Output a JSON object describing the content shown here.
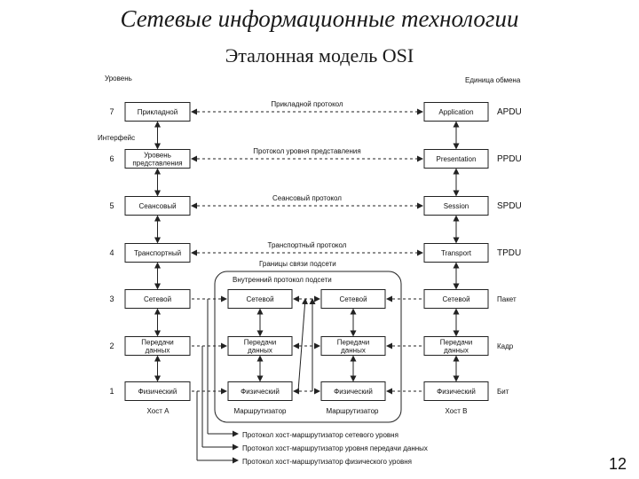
{
  "slide": {
    "title": "Сетевые информационные технологии",
    "subtitle": "Эталонная модель OSI",
    "page_number": "12"
  },
  "diagram": {
    "level_header": "Уровень",
    "unit_header": "Единица обмена",
    "interface_label": "Интерфейс",
    "subnet_boundary": "Границы связи подсети",
    "subnet_internal": "Внутренний протокол подсети",
    "layers": [
      {
        "num": "7",
        "host_a": "Прикладной",
        "host_b": "Application",
        "unit": "APDU",
        "protocol": "Прикладной протокол"
      },
      {
        "num": "6",
        "host_a": "Уровень представления",
        "host_b": "Presentation",
        "unit": "PPDU",
        "protocol": "Протокол уровня представления"
      },
      {
        "num": "5",
        "host_a": "Сеансовый",
        "host_b": "Session",
        "unit": "SPDU",
        "protocol": "Сеансовый протокол"
      },
      {
        "num": "4",
        "host_a": "Транспортный",
        "host_b": "Transport",
        "unit": "TPDU",
        "protocol": "Транспортный протокол"
      },
      {
        "num": "3",
        "host_a": "Сетевой",
        "host_b": "Сетевой",
        "unit": "Пакет",
        "router1": "Сетевой",
        "router2": "Сетевой"
      },
      {
        "num": "2",
        "host_a": "Передачи данных",
        "host_b": "Передачи данных",
        "unit": "Кадр",
        "router1": "Передачи данных",
        "router2": "Передачи данных"
      },
      {
        "num": "1",
        "host_a": "Физический",
        "host_b": "Физический",
        "unit": "Бит",
        "router1": "Физический",
        "router2": "Физический"
      }
    ],
    "footer_labels": {
      "host_a": "Хост А",
      "router1": "Маршрутизатор",
      "router2": "Маршрутизатор",
      "host_b": "Хост В"
    },
    "legend": [
      "Протокол хост-маршрутизатор сетевого уровня",
      "Протокол хост-маршрутизатор уровня передачи данных",
      "Протокол хост-маршрутизатор физического уровня"
    ]
  }
}
